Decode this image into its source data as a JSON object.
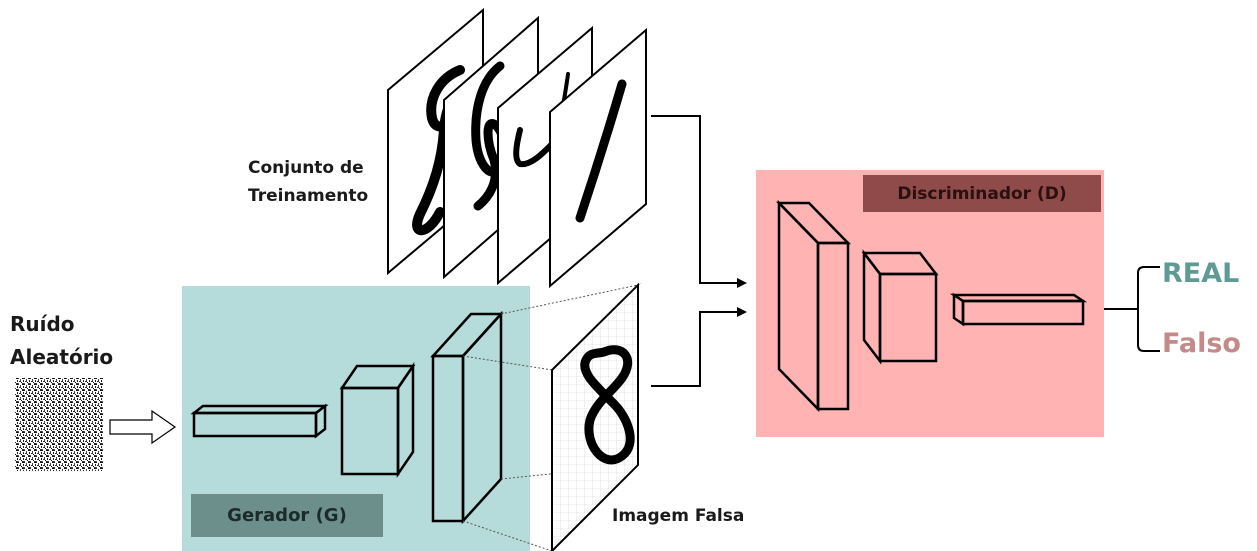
{
  "noise_label": [
    "Ruído",
    "Aleatório"
  ],
  "training_label": [
    "Conjunto de",
    "Treinamento"
  ],
  "fake_image_label": "Imagem Falsa",
  "generator_title": "Gerador (G)",
  "discriminator_title": "Discriminador (D)",
  "outputs": {
    "real": "REAL",
    "fake": "Falso"
  },
  "colors": {
    "generator_bg": "#b5dcda",
    "generator_title_bg": "#6d8f8c",
    "discriminator_bg": "#ffb3b3",
    "discriminator_title_bg": "#8f4a4a",
    "real_text": "#5f9a95",
    "fake_text": "#c48a8a"
  }
}
